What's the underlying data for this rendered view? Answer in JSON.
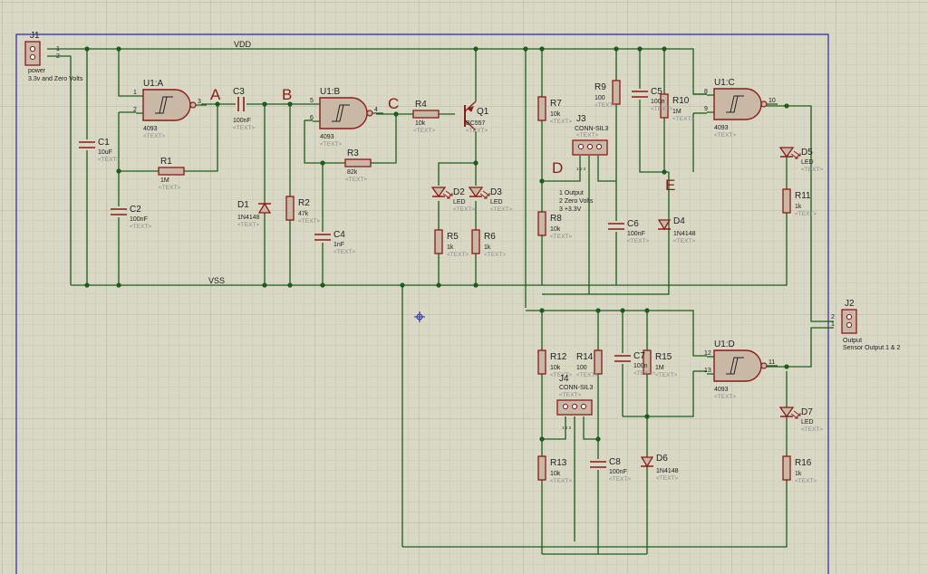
{
  "colors": {
    "grid_minor": "#c6c6b2",
    "grid_major": "#b8b8a2",
    "wire": "#1c5c1c",
    "component": "#8b1a1a",
    "fill": "#c9b8a6",
    "label": "#222222",
    "hint": "#8a8a8a",
    "frame": "#2a2aa0"
  },
  "rails": {
    "vdd": "VDD",
    "vss": "VSS"
  },
  "marker_letters": {
    "a": "A",
    "b": "B",
    "c": "C",
    "d": "D",
    "e": "E"
  },
  "placeholder": "<TEXT>",
  "connectors": {
    "j1": {
      "ref": "J1",
      "pins": [
        "1",
        "2"
      ],
      "desc1": "power",
      "desc2": "3.3v and Zero Volts"
    },
    "j2": {
      "ref": "J2",
      "pins": [
        "2",
        "1"
      ],
      "desc1": "Output",
      "desc2": "Sensor Output 1 & 2"
    },
    "j3": {
      "ref": "J3",
      "type": "CONN-SIL3",
      "pin_labels": "1 2 3",
      "pinout": [
        "1 Output",
        "2 Zero Volts",
        "3 +3.3V"
      ]
    },
    "j4": {
      "ref": "J4",
      "type": "CONN-SIL3",
      "pin_labels": "1 2 3"
    }
  },
  "gates": {
    "u1a": {
      "ref": "U1:A",
      "part": "4093",
      "pins": [
        "1",
        "2",
        "3"
      ]
    },
    "u1b": {
      "ref": "U1:B",
      "part": "4093",
      "pins": [
        "5",
        "6",
        "4"
      ]
    },
    "u1c": {
      "ref": "U1:C",
      "part": "4093",
      "pins": [
        "8",
        "9",
        "10"
      ]
    },
    "u1d": {
      "ref": "U1:D",
      "part": "4093",
      "pins": [
        "12",
        "13",
        "11"
      ]
    }
  },
  "capacitors": {
    "c1": {
      "ref": "C1",
      "value": "10uF"
    },
    "c2": {
      "ref": "C2",
      "value": "100nF"
    },
    "c3": {
      "ref": "C3",
      "value": "100nF"
    },
    "c4": {
      "ref": "C4",
      "value": "1nF"
    },
    "c5": {
      "ref": "C5",
      "value": "100n"
    },
    "c6": {
      "ref": "C6",
      "value": "100nF"
    },
    "c7": {
      "ref": "C7",
      "value": "100n"
    },
    "c8": {
      "ref": "C8",
      "value": "100nF"
    }
  },
  "resistors": {
    "r1": {
      "ref": "R1",
      "value": "1M"
    },
    "r2": {
      "ref": "R2",
      "value": "47k"
    },
    "r3": {
      "ref": "R3",
      "value": "82k"
    },
    "r4": {
      "ref": "R4",
      "value": "10k"
    },
    "r5": {
      "ref": "R5",
      "value": "1k"
    },
    "r6": {
      "ref": "R6",
      "value": "1k"
    },
    "r7": {
      "ref": "R7",
      "value": "10k"
    },
    "r8": {
      "ref": "R8",
      "value": "10k"
    },
    "r9": {
      "ref": "R9",
      "value": "100"
    },
    "r10": {
      "ref": "R10",
      "value": "1M"
    },
    "r11": {
      "ref": "R11",
      "value": "1k"
    },
    "r12": {
      "ref": "R12",
      "value": "10k"
    },
    "r13": {
      "ref": "R13",
      "value": "10k"
    },
    "r14": {
      "ref": "R14",
      "value": "100"
    },
    "r15": {
      "ref": "R15",
      "value": "1M"
    },
    "r16": {
      "ref": "R16",
      "value": "1k"
    }
  },
  "diodes": {
    "d1": {
      "ref": "D1",
      "value": "1N4148"
    },
    "d4": {
      "ref": "D4",
      "value": "1N4148"
    },
    "d6": {
      "ref": "D6",
      "value": "1N4148"
    }
  },
  "leds": {
    "d2": {
      "ref": "D2",
      "value": "LED"
    },
    "d3": {
      "ref": "D3",
      "value": "LED"
    },
    "d5": {
      "ref": "D5",
      "value": "LED"
    },
    "d7": {
      "ref": "D7",
      "value": "LED"
    }
  },
  "transistor": {
    "ref": "Q1",
    "part": "BC557"
  }
}
